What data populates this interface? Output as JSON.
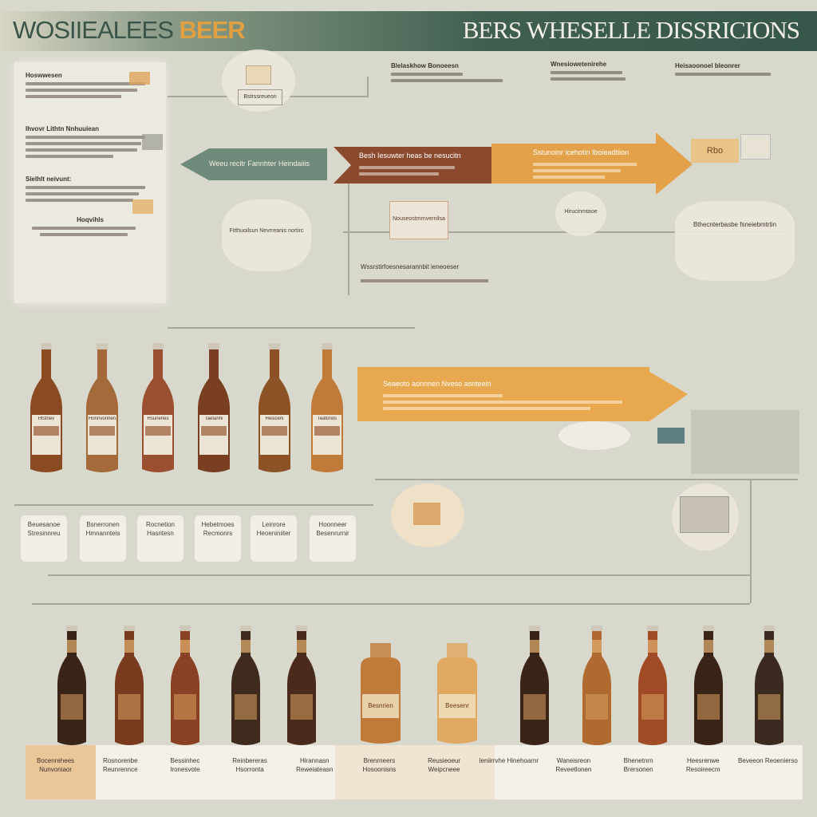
{
  "title": {
    "left_prefix": "WOSIIEALEES ",
    "left_accent": "BEER",
    "right": "BERS WHESELLE DISSRICIONS"
  },
  "colors": {
    "background": "#d9d8cc",
    "banner_dark": "#36574a",
    "arrow_green": "#6f8a7a",
    "arrow_brown": "#8b4a2e",
    "arrow_orange": "#e3a24a",
    "bottle_amber": "#8a4a22",
    "bottle_dark": "#3a2418"
  },
  "panel_left": {
    "blocks": [
      {
        "heading": "Hoswwesen"
      },
      {
        "heading": "Ihvovr Lithtn Nnhuuiean"
      },
      {
        "heading": "Sielhlt neivunt:"
      },
      {
        "heading": "Hoqvihls"
      }
    ]
  },
  "flow": {
    "arrow1_text": "Weeu recitr Fannhter Heindaiiis",
    "arrow2_text": "Besh Iesuwter heas be nesucitn",
    "arrow3_text": "Sstunoinr icehotin Iboieadtiion",
    "arrow4_text": "Seaeoto aonnnen Nveso asnteein",
    "node_a": "Nouseostmrnvernilsa",
    "node_b": "Bstrssreueon",
    "node_c": "Fitthuoilsun Nevrreanis nortirc",
    "node_d": "Wnesiowetenirehe",
    "header_mid": "Blelaskhow Bonoeesn",
    "header_right": "Heisaoonoel bleonrer",
    "note_center": "Wssrstirfoesnesarannbit ieneoeser",
    "right_card": "Bthecnterbasbe fsneiebmtrtin",
    "right_tag": "Rbo",
    "right_small": "Hirucinmtaoe"
  },
  "top_bottles": [
    {
      "label": "Htstnev",
      "caption": "Beuesanoe Stresinnreu"
    },
    {
      "label": "Honnvonnen",
      "caption": "Bsnerronen Hmnannteis"
    },
    {
      "label": "Hsunenes",
      "caption": "Rocnetion Hasritesn"
    },
    {
      "label": "Taetanhi",
      "caption": "Hebetmoes Recmonrs"
    },
    {
      "label": "Hesiceni",
      "caption": "Leinrore Heoeniniiter"
    },
    {
      "label": "Teatonos",
      "caption": "Hoonneer Besenrurnir"
    }
  ],
  "bottom_bottles": [
    {
      "caption": "Bocenrehees Nunvoniaor"
    },
    {
      "caption": "Rosnorenbe Reunrennce"
    },
    {
      "caption": "Bessinhec Ironesvote"
    },
    {
      "caption": "Reinbereras Hsorronta"
    },
    {
      "caption": "Hirannasn Reweiateasn"
    },
    {
      "caption": "Brenrneers Hosoonisns"
    },
    {
      "caption": "Reusieoeur Weipcneee"
    },
    {
      "caption": "Ieniirrvhe Hinehoarnr"
    },
    {
      "caption": "Waneisreon Reveetlonen"
    },
    {
      "caption": "Bhenetnrn Brersonen"
    },
    {
      "caption": "Heesrenwe Resoireecm"
    },
    {
      "caption": "Beveeon Reoenierso"
    }
  ],
  "bottom_labels": {
    "jug1": "Besnrien",
    "jug2": "Beesenr"
  }
}
